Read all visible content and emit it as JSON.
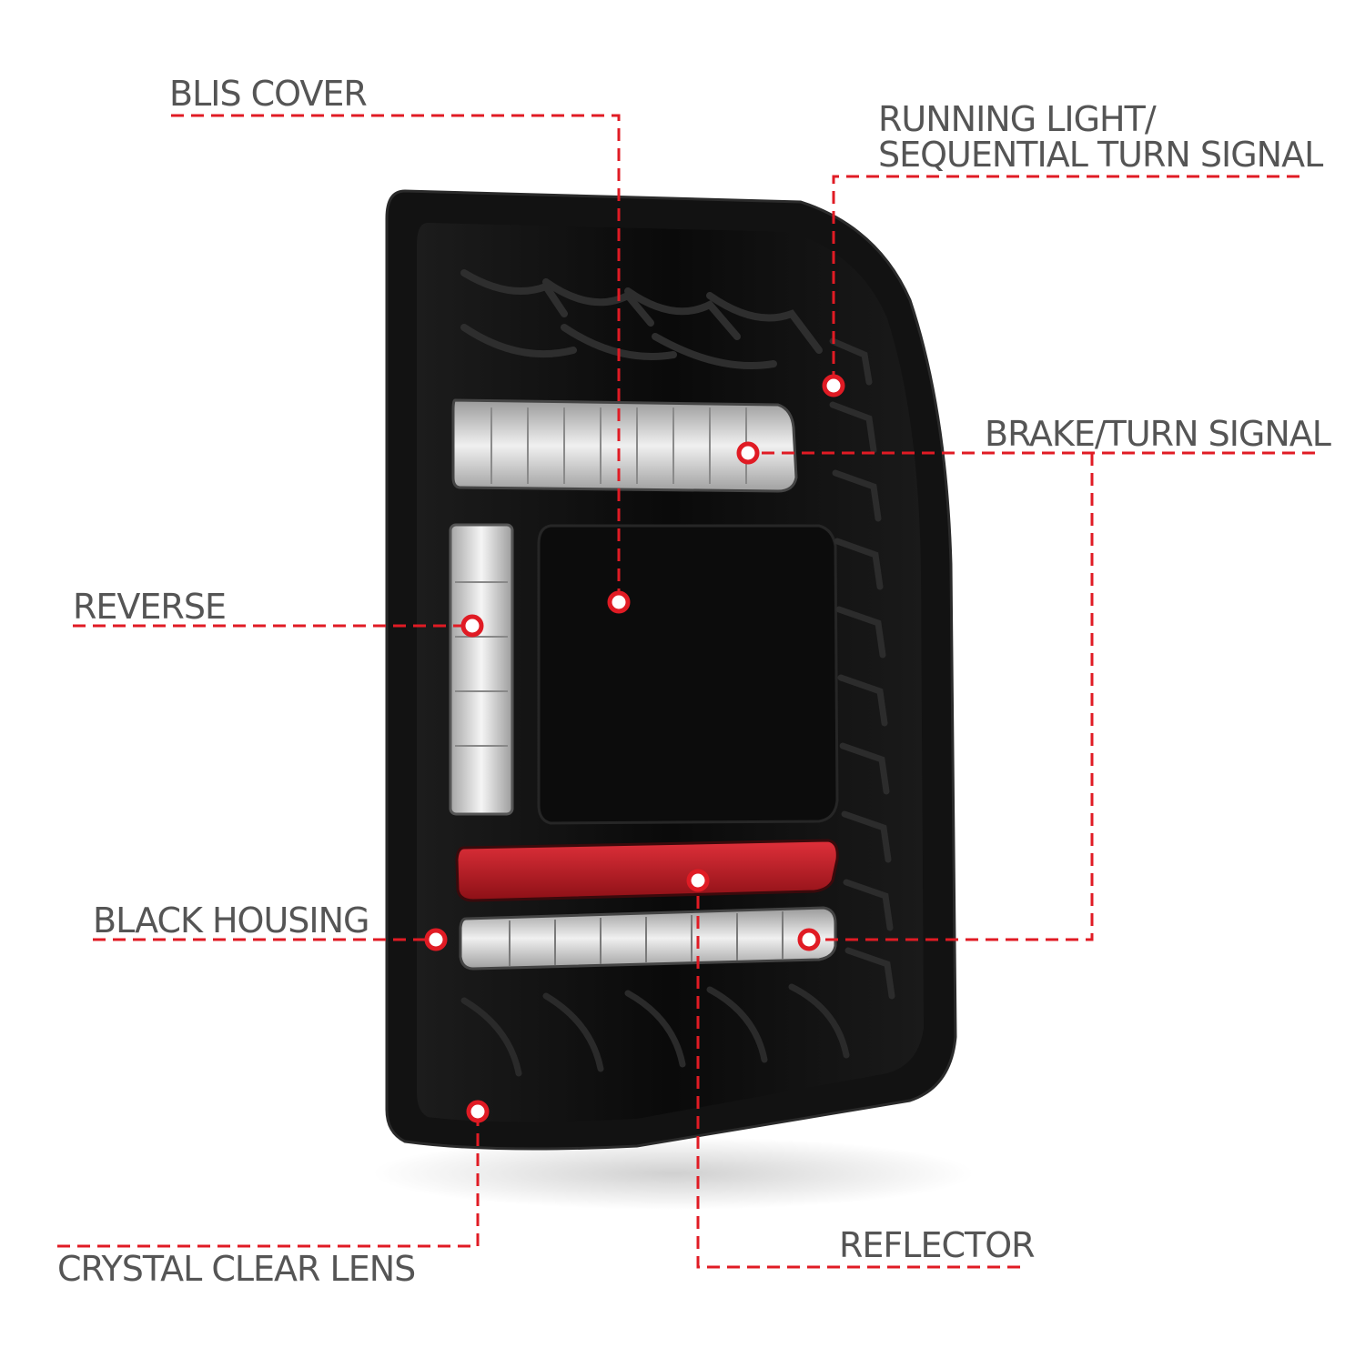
{
  "colors": {
    "leader": "#e01b24",
    "label_text": "#555555",
    "housing": "#0d0d0d",
    "reflector": "#c81e24",
    "clear_lens": "#d8d8d8"
  },
  "labels": {
    "blis_cover": "BLIS COVER",
    "running_light_1": "RUNNING LIGHT/",
    "running_light_2": "SEQUENTIAL TURN SIGNAL",
    "brake_turn": "BRAKE/TURN SIGNAL",
    "reverse": "REVERSE",
    "black_housing": "BLACK HOUSING",
    "crystal_clear_lens": "CRYSTAL CLEAR LENS",
    "reflector": "REFLECTOR"
  }
}
